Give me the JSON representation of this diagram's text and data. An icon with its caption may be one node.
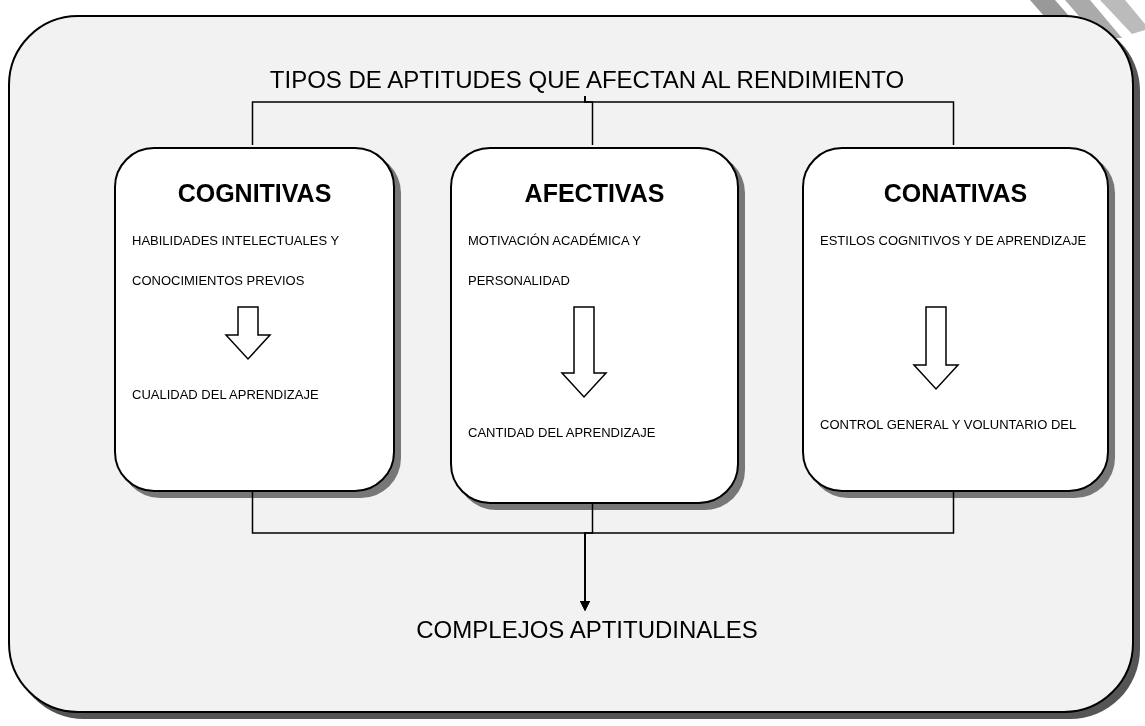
{
  "diagram": {
    "nodes": [
      {
        "text": [],
        "shape": "box"
      },
      {
        "text": [
          "TIPOS DE APTITUDES QUE AFECTAN AL RENDIMIENTO"
        ],
        "in": 0
      },
      {
        "text": [
          "COGNITIVAS"
        ],
        "in": 0
      },
      {
        "text": [
          "HABILIDADES INTELECTUALES Y CONOCIMIENTOS PREVIOS"
        ],
        "in": 2
      },
      {
        "text": [
          "CUALIDAD DEL APRENDIZAJE"
        ],
        "in": 2
      },
      {
        "text": [
          "AFECTIVAS"
        ],
        "in": 0
      },
      {
        "text": [
          "MOTIVACIÓN ACADÉMICA Y PERSONALIDAD"
        ],
        "in": 5
      },
      {
        "text": [
          "CANTIDAD DEL APRENDIZAJE"
        ],
        "in": 5
      },
      {
        "text": [
          "CONATIVAS"
        ],
        "in": 0
      },
      {
        "text": [
          "ESTILOS COGNITIVOS Y DE APRENDIZAJE"
        ],
        "in": 8
      },
      {
        "text": [
          "CONTROL GENERAL Y VOLUNTARIO DEL"
        ],
        "in": 8
      },
      {
        "text": [
          "COMPLEJOS APTITUDINALES"
        ],
        "in": 0
      }
    ],
    "edges": [
      {
        "from": 1,
        "to": 2,
        "arrow": "none"
      },
      {
        "from": 1,
        "to": 5,
        "arrow": "none"
      },
      {
        "from": 1,
        "to": 8,
        "arrow": "none"
      },
      {
        "from": 3,
        "to": 4,
        "arrow": "to",
        "style": "thick"
      },
      {
        "from": 6,
        "to": 7,
        "arrow": "to",
        "style": "thick"
      },
      {
        "from": 9,
        "to": 10,
        "arrow": "to",
        "style": "thick"
      },
      {
        "from": 2,
        "to": 11,
        "arrow": "to"
      },
      {
        "from": 5,
        "to": 11,
        "arrow": "to"
      },
      {
        "from": 8,
        "to": 11,
        "arrow": "to"
      }
    ]
  }
}
